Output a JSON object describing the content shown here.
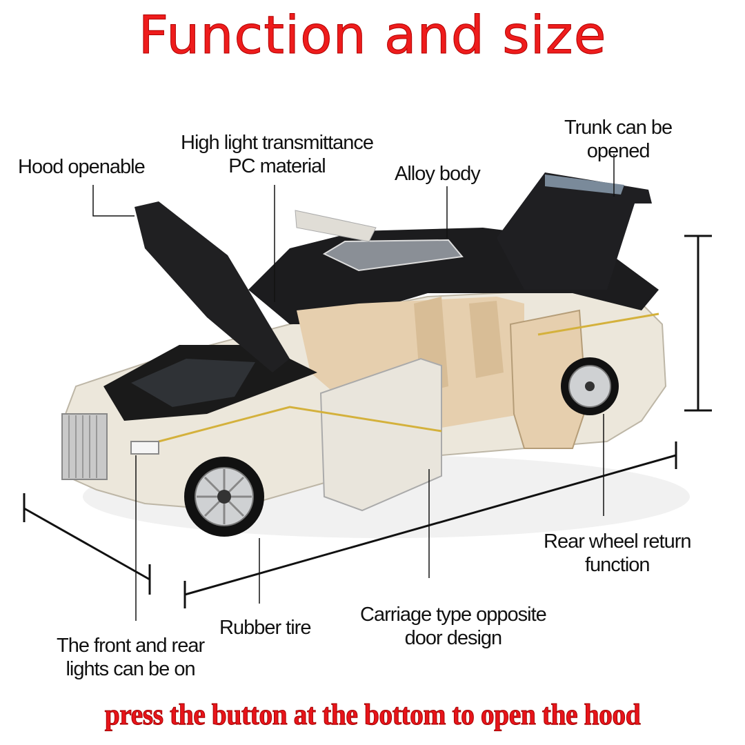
{
  "title": "Function and size",
  "footer": "press the button at the bottom to open the hood",
  "colors": {
    "title": "#ee1c1c",
    "footer": "#e8141a",
    "label": "#111111",
    "car_body": "#ece7db",
    "car_roof": "#1c1c1e",
    "interior": "#e6cfae"
  },
  "callouts": {
    "hood": "Hood openable",
    "pc_line1": "High light transmittance",
    "pc_line2": "PC material",
    "alloy": "Alloy body",
    "trunk_line1": "Trunk can be",
    "trunk_line2": "opened",
    "rear_wheel_line1": "Rear wheel return",
    "rear_wheel_line2": "function",
    "carriage_line1": "Carriage type opposite",
    "carriage_line2": "door design",
    "rubber": "Rubber tire",
    "lights_line1": "The front and rear",
    "lights_line2": "lights can be on"
  },
  "image": {
    "subject": "white and black luxury sedan die-cast model with open hood, doors and trunk"
  }
}
